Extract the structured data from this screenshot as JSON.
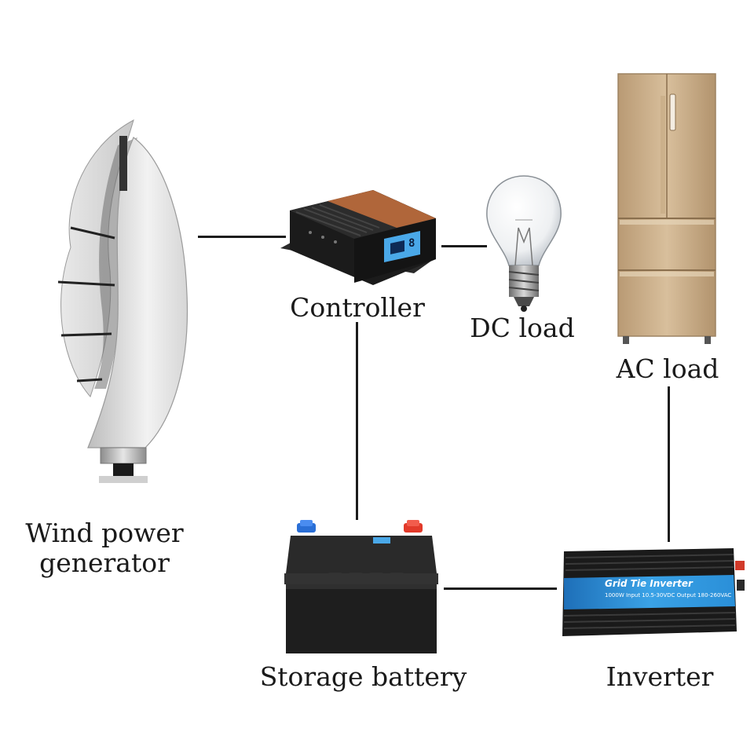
{
  "nodes": {
    "wind_generator": {
      "label_line1": "Wind power",
      "label_line2": "generator",
      "icon": "wind-turbine-icon"
    },
    "controller": {
      "label": "Controller",
      "icon": "charge-controller-icon",
      "display_digit": "8"
    },
    "dc_load": {
      "label": "DC load",
      "icon": "light-bulb-icon"
    },
    "ac_load": {
      "label": "AC load",
      "icon": "refrigerator-icon"
    },
    "battery": {
      "label": "Storage battery",
      "icon": "battery-icon"
    },
    "inverter": {
      "label": "Inverter",
      "icon": "inverter-icon",
      "panel_title": "Grid Tie Inverter",
      "panel_spec": "1000W Input 10.5-30VDC Output 180-260VAC"
    }
  },
  "edges": [
    {
      "from": "wind_generator",
      "to": "controller"
    },
    {
      "from": "controller",
      "to": "dc_load"
    },
    {
      "from": "controller",
      "to": "battery"
    },
    {
      "from": "battery",
      "to": "inverter"
    },
    {
      "from": "inverter",
      "to": "ac_load"
    }
  ],
  "colors": {
    "line": "#1c1c1c",
    "fridge": "#c8ac88",
    "battery_body": "#1e1e1e",
    "terminal_positive": "#e23a2a",
    "terminal_negative": "#2a6fd6",
    "inverter_panel": "#2a8fd8",
    "controller_screen": "#4aa8e8",
    "controller_top": "#b0663a"
  }
}
